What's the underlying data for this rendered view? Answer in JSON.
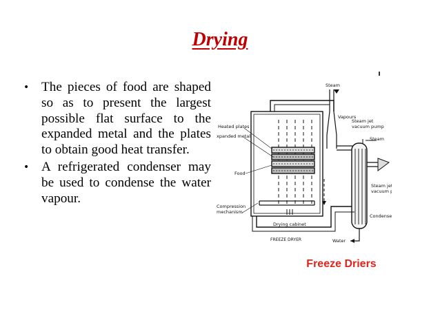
{
  "title": "Drying",
  "bullets": [
    {
      "marker": "•",
      "text": "The pieces of food are shaped so as to present the largest possible flat surface to the expanded metal and the plates to obtain good heat transfer."
    },
    {
      "marker": "•",
      "text": "A refrigerated condenser may be used to condense the water vapour."
    }
  ],
  "diagram": {
    "labels": {
      "steam_top": "Steam",
      "vapours": "Vapours",
      "steam_jet_pump_top_1": "Steam jet",
      "steam_jet_pump_top_2": "vacuum pump",
      "steam_right": "Steam",
      "heated_plates": "Heated plates",
      "expanded_metal": "xpanded metal",
      "food": "Food",
      "steam_jet_pump_right_1": "Steam jet",
      "steam_jet_pump_right_2": "vacuum pump",
      "compression_1": "Compression",
      "compression_2": "mechanism",
      "condenser": "Condenser",
      "drying_cabinet": "Drying cabinet",
      "freeze_dryer": "FREEZE DRYER",
      "water": "Water"
    }
  },
  "caption": "Freeze Driers",
  "colors": {
    "title": "#c00000",
    "caption": "#e0241b",
    "text": "#000000"
  }
}
